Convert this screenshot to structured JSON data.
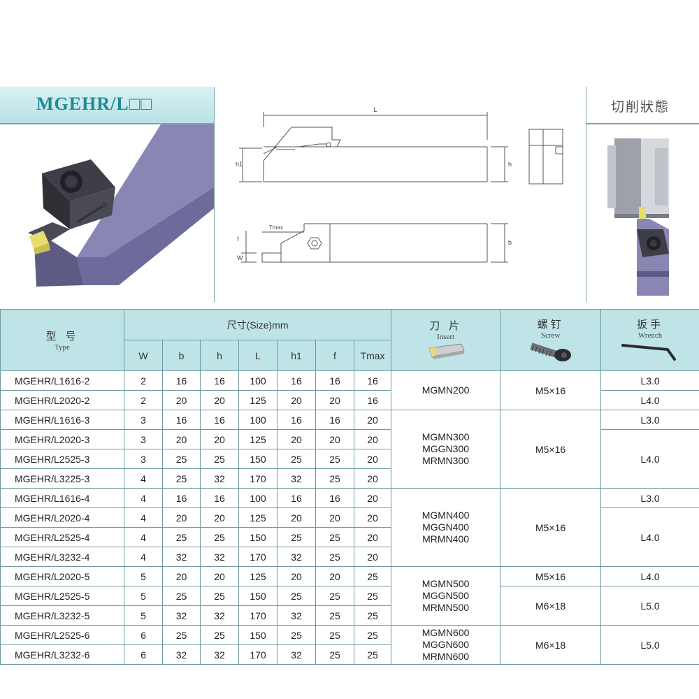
{
  "header": {
    "product_title": "MGEHR/L□□",
    "cutting_state_title": "切削狀態"
  },
  "drawing_labels": {
    "L": "L",
    "h1": "h1",
    "h": "h",
    "tmax": "Tmax",
    "f": "f",
    "b": "b",
    "w": "W"
  },
  "table": {
    "type_zh": "型 号",
    "type_en": "Type",
    "size_group": "尺寸(Size)mm",
    "insert_zh": "刀 片",
    "insert_en": "Insert",
    "screw_zh": "螺钉",
    "screw_en": "Screw",
    "wrench_zh": "扳手",
    "wrench_en": "Wrench",
    "sub_headers": [
      "W",
      "b",
      "h",
      "L",
      "h1",
      "f",
      "Tmax"
    ],
    "rows": [
      {
        "type": "MGEHR/L1616-2",
        "W": "2",
        "b": "16",
        "h": "16",
        "L": "100",
        "h1": "16",
        "f": "16",
        "Tmax": "16"
      },
      {
        "type": "MGEHR/L2020-2",
        "W": "2",
        "b": "20",
        "h": "20",
        "L": "125",
        "h1": "20",
        "f": "20",
        "Tmax": "16"
      },
      {
        "type": "MGEHR/L1616-3",
        "W": "3",
        "b": "16",
        "h": "16",
        "L": "100",
        "h1": "16",
        "f": "16",
        "Tmax": "20"
      },
      {
        "type": "MGEHR/L2020-3",
        "W": "3",
        "b": "20",
        "h": "20",
        "L": "125",
        "h1": "20",
        "f": "20",
        "Tmax": "20"
      },
      {
        "type": "MGEHR/L2525-3",
        "W": "3",
        "b": "25",
        "h": "25",
        "L": "150",
        "h1": "25",
        "f": "25",
        "Tmax": "20"
      },
      {
        "type": "MGEHR/L3225-3",
        "W": "4",
        "b": "25",
        "h": "32",
        "L": "170",
        "h1": "32",
        "f": "25",
        "Tmax": "20"
      },
      {
        "type": "MGEHR/L1616-4",
        "W": "4",
        "b": "16",
        "h": "16",
        "L": "100",
        "h1": "16",
        "f": "16",
        "Tmax": "20"
      },
      {
        "type": "MGEHR/L2020-4",
        "W": "4",
        "b": "20",
        "h": "20",
        "L": "125",
        "h1": "20",
        "f": "20",
        "Tmax": "20"
      },
      {
        "type": "MGEHR/L2525-4",
        "W": "4",
        "b": "25",
        "h": "25",
        "L": "150",
        "h1": "25",
        "f": "25",
        "Tmax": "20"
      },
      {
        "type": "MGEHR/L3232-4",
        "W": "4",
        "b": "32",
        "h": "32",
        "L": "170",
        "h1": "32",
        "f": "25",
        "Tmax": "20"
      },
      {
        "type": "MGEHR/L2020-5",
        "W": "5",
        "b": "20",
        "h": "20",
        "L": "125",
        "h1": "20",
        "f": "20",
        "Tmax": "25"
      },
      {
        "type": "MGEHR/L2525-5",
        "W": "5",
        "b": "25",
        "h": "25",
        "L": "150",
        "h1": "25",
        "f": "25",
        "Tmax": "25"
      },
      {
        "type": "MGEHR/L3232-5",
        "W": "5",
        "b": "32",
        "h": "32",
        "L": "170",
        "h1": "32",
        "f": "25",
        "Tmax": "25"
      },
      {
        "type": "MGEHR/L2525-6",
        "W": "6",
        "b": "25",
        "h": "25",
        "L": "150",
        "h1": "25",
        "f": "25",
        "Tmax": "25"
      },
      {
        "type": "MGEHR/L3232-6",
        "W": "6",
        "b": "32",
        "h": "32",
        "L": "170",
        "h1": "32",
        "f": "25",
        "Tmax": "25"
      }
    ],
    "inserts": [
      "MGMN200",
      "MGMN300\nMGGN300\nMRMN300",
      "MGMN400\nMGGN400\nMRMN400",
      "MGMN500\nMGGN500\nMRMN500",
      "MGMN600\nMGGN600\nMRMN600"
    ],
    "screws": [
      "M5×16",
      "M5×16",
      "M5×16",
      "M5×16",
      "M6×18",
      "M6×18"
    ],
    "wrenches": [
      "L3.0",
      "L4.0",
      "L3.0",
      "L4.0",
      "L3.0",
      "L4.0",
      "L4.0",
      "L5.0",
      "L5.0"
    ]
  },
  "colors": {
    "header_teal": "#bfe4e8",
    "title_teal": "#1f8a93",
    "holder_purple": "#6f6a9c",
    "insert_yellow": "#e8e07a"
  }
}
